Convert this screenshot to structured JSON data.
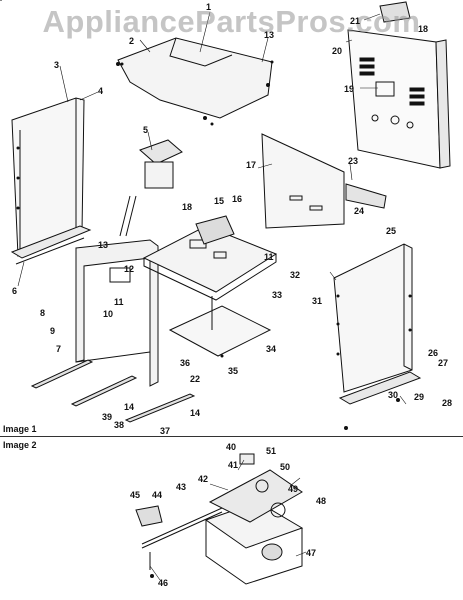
{
  "watermark": "AppliancePartsPros.com",
  "sections": {
    "image1": "Image 1",
    "image2": "Image 2"
  },
  "callouts": {
    "c1": "1",
    "c2": "2",
    "c3": "3",
    "c4": "4",
    "c5": "5",
    "c6": "6",
    "c7": "7",
    "c8": "8",
    "c9": "9",
    "c10": "10",
    "c11a": "11",
    "c11b": "11",
    "c12": "12",
    "c13": "13",
    "c14a": "14",
    "c14b": "14",
    "c15": "15",
    "c16": "16",
    "c17": "17",
    "c18a": "18",
    "c18b": "18",
    "c19": "19",
    "c20": "20",
    "c21": "21",
    "c22": "22",
    "c23": "23",
    "c24": "24",
    "c25": "25",
    "c26": "26",
    "c27": "27",
    "c28": "28",
    "c29": "29",
    "c30": "30",
    "c31": "31",
    "c32": "32",
    "c33": "33",
    "c34": "34",
    "c35": "35",
    "c36": "36",
    "c37": "37",
    "c38": "38",
    "c39": "39",
    "c40": "40",
    "c41": "41",
    "c42": "42",
    "c43": "43",
    "c44": "44",
    "c45": "45",
    "c46": "46",
    "c47": "47",
    "c48": "48",
    "c49": "49",
    "c50": "50",
    "c51": "51"
  }
}
